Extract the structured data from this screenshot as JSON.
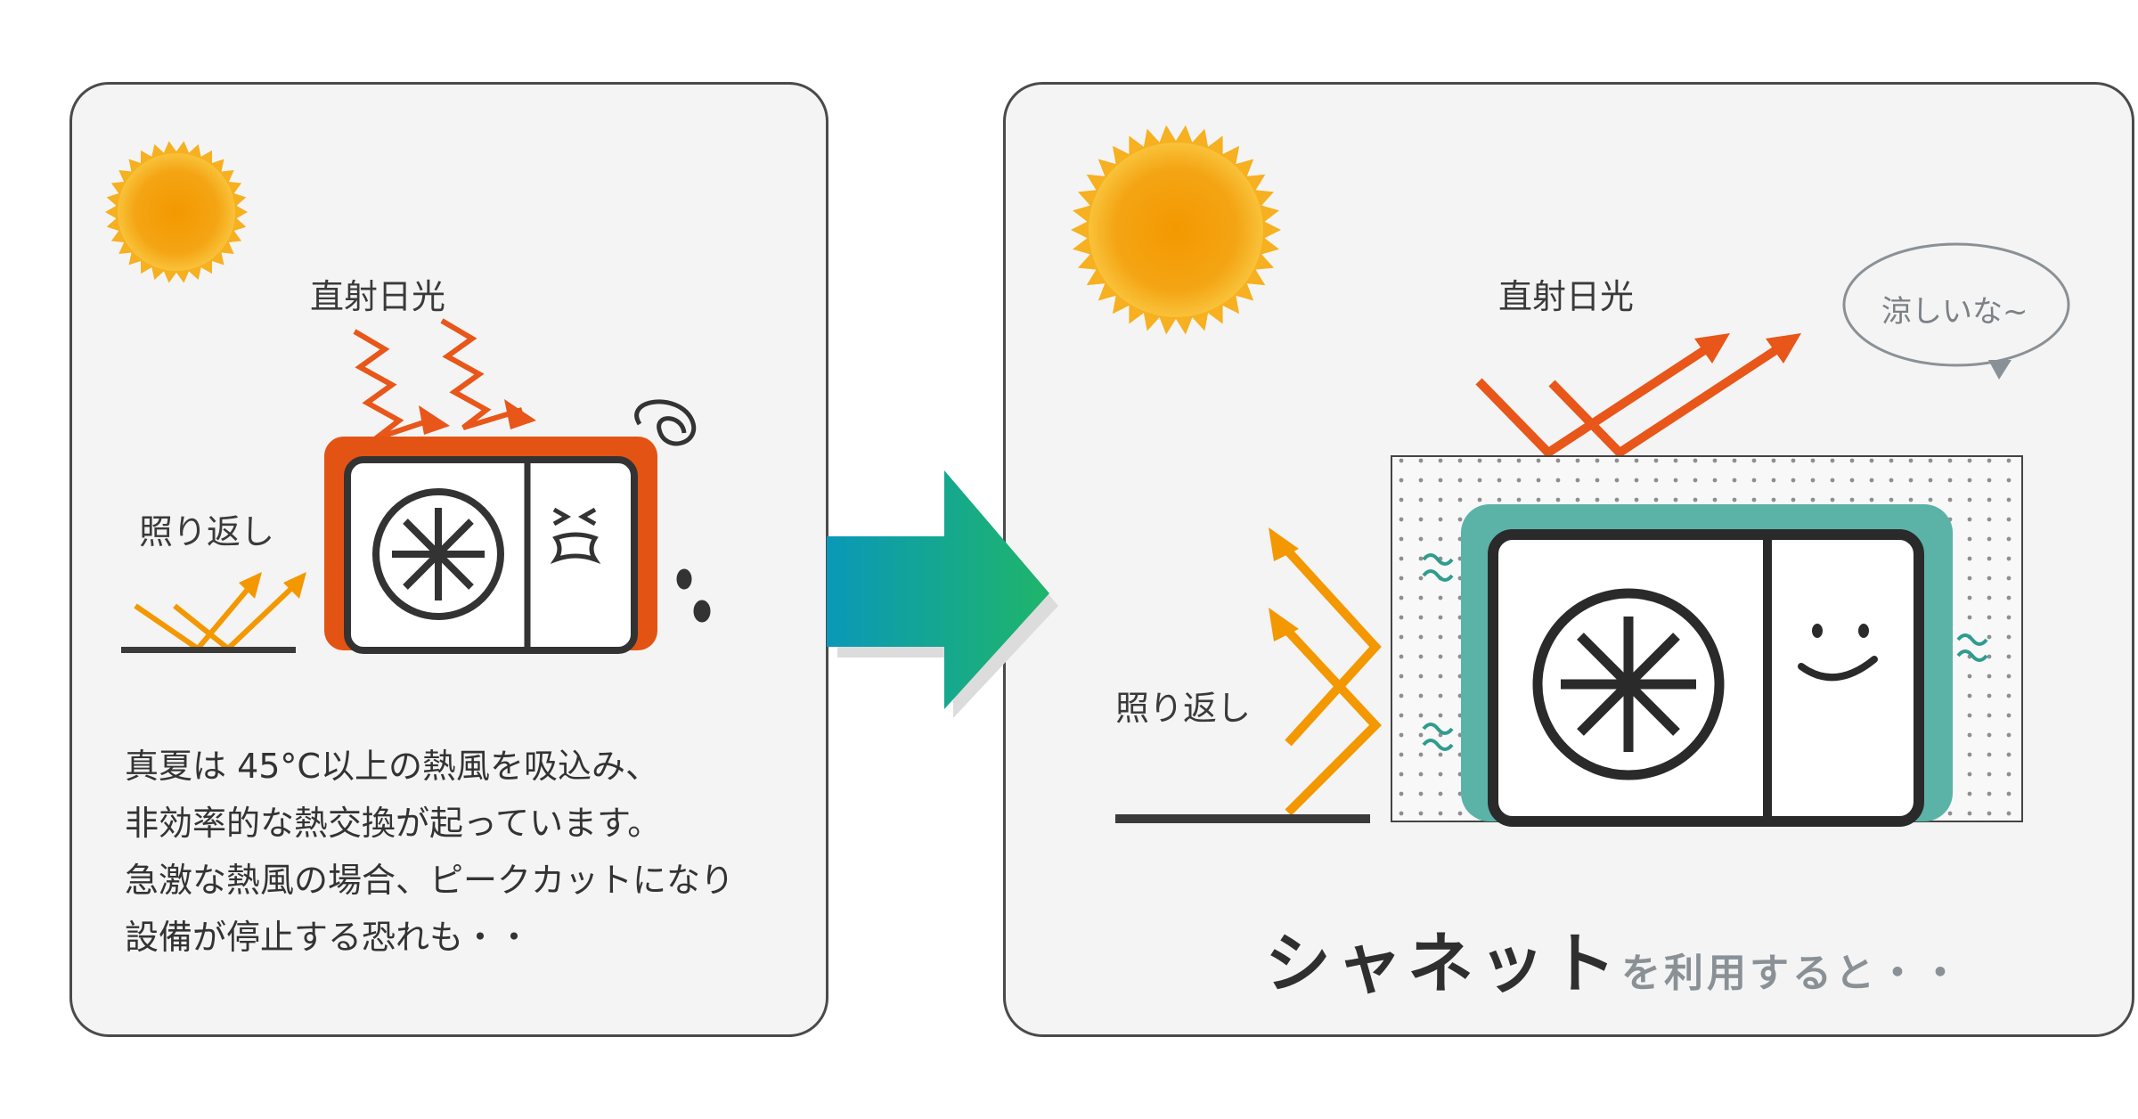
{
  "left": {
    "sunlight_label": "直射日光",
    "reflection_label": "照り返し",
    "description": [
      "真夏は 45°C以上の熱風を吸込み、",
      "非効率的な熱交換が起っています。",
      "急激な熱風の場合、ピークカットになり",
      "設備が停止する恐れも・・"
    ]
  },
  "right": {
    "sunlight_label": "直射日光",
    "reflection_label": "照り返し",
    "speech_bubble": "涼しいな~",
    "cta_brand": "シャネット",
    "cta_rest": "を利用すると・・"
  },
  "colors": {
    "sun": "#f39800",
    "heat_arrow": "#e8561a",
    "reflect_arrow": "#f39800",
    "unit_hot_frame": "#e35414",
    "shield": "#5bb3a8",
    "arrow_gradient_start": "#0a98b8",
    "arrow_gradient_end": "#1fb56a"
  },
  "icons": [
    "sun-icon",
    "heat-arrow-icon",
    "air-conditioner-icon",
    "fan-icon",
    "arrow-right-icon",
    "speech-bubble-icon",
    "wave-icon"
  ]
}
